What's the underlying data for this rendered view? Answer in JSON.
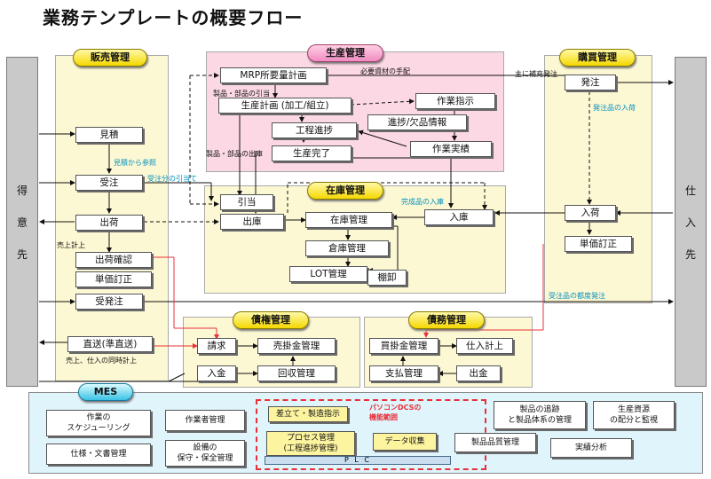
{
  "title": "業務テンプレートの概要フロー",
  "side_bars": {
    "left": [
      "得",
      "意",
      "先"
    ],
    "right": [
      "仕",
      "入",
      "先"
    ]
  },
  "sections": {
    "sales": "販売管理",
    "production": "生産管理",
    "purchasing": "購買管理",
    "inventory": "在庫管理",
    "receivable": "債権管理",
    "payable": "債務管理",
    "mes": "MES"
  },
  "sales_boxes": {
    "mitsumori": "見積",
    "juchu": "受注",
    "shukka": "出荷",
    "shukka_kakunin": "出荷確認",
    "tanka_teisei": "単価訂正",
    "juhatchu": "受発注",
    "chokuso": "直送(準直送)"
  },
  "production_boxes": {
    "mrp": "MRP所要量計画",
    "seisan_keikaku": "生産計画 (加工/組立)",
    "sagyo_shiji": "作業指示",
    "shinchoku": "進捗/欠品情報",
    "kotei_shinchoku": "工程進捗",
    "sagyo_jisseki": "作業実績",
    "seisan_kanryo": "生産完了"
  },
  "purchasing_boxes": {
    "hatchu": "発注",
    "nyuka": "入荷",
    "tanka_teisei": "単価訂正"
  },
  "inventory_boxes": {
    "hikiate": "引当",
    "shukko": "出庫",
    "zaiko_kanri": "在庫管理",
    "nyuko": "入庫",
    "soko_kanri": "倉庫管理",
    "lot_kanri": "LOT管理",
    "tanaoroshi": "棚卸"
  },
  "receivable_boxes": {
    "seikyu": "請求",
    "urikake": "売掛金管理",
    "nyukin": "入金",
    "kaishu": "回収管理"
  },
  "payable_boxes": {
    "kaikake": "買掛金管理",
    "shiire_keijo": "仕入計上",
    "shiharai": "支払管理",
    "shukkin": "出金"
  },
  "mes_boxes": {
    "scheduling": [
      "作業の",
      "スケジューリング"
    ],
    "sagyosha": "作業者管理",
    "shiyo_bunsho": "仕様・文書管理",
    "setsubi": [
      "設備の",
      "保守・保全管理"
    ],
    "kumitate": "差立て・製造指示",
    "process": [
      "プロセス管理",
      "(工程進捗管理)"
    ],
    "data": "データ収集",
    "hinshitsu": "製品品質管理",
    "tsuiseki": [
      "製品の追跡",
      "と製品体系の管理"
    ],
    "shigen": [
      "生産資源",
      "の配分と監視"
    ],
    "jisseki_bunseki": "実績分析",
    "plc": "P L C",
    "pc_dcs": [
      "パソコンDCSの",
      "機能範囲"
    ]
  },
  "labels": {
    "hitsuyo_shizai": "必要資材の手配",
    "seihin_buhin_hikiate": "製品・部品の引当",
    "seihin_buhin_shukko": "製品・部品の出庫",
    "omo_hoju": "主に補充発注",
    "hatchuhin_nyuka": "発注品の入荷",
    "mitsumori_sansho": "見積から参照",
    "juchu_hikiate": "受注分の引当て",
    "kanseihin_nyuko": "完成品の入庫",
    "uriage_keijo": "売上計上",
    "hatchuhin_tsudo": "受注品の都度発注",
    "uriage_shiire_doji": "売上、仕入の同時計上"
  },
  "colors": {
    "accent_red": "#e8303a",
    "accent_cyan": "#0090c0"
  }
}
